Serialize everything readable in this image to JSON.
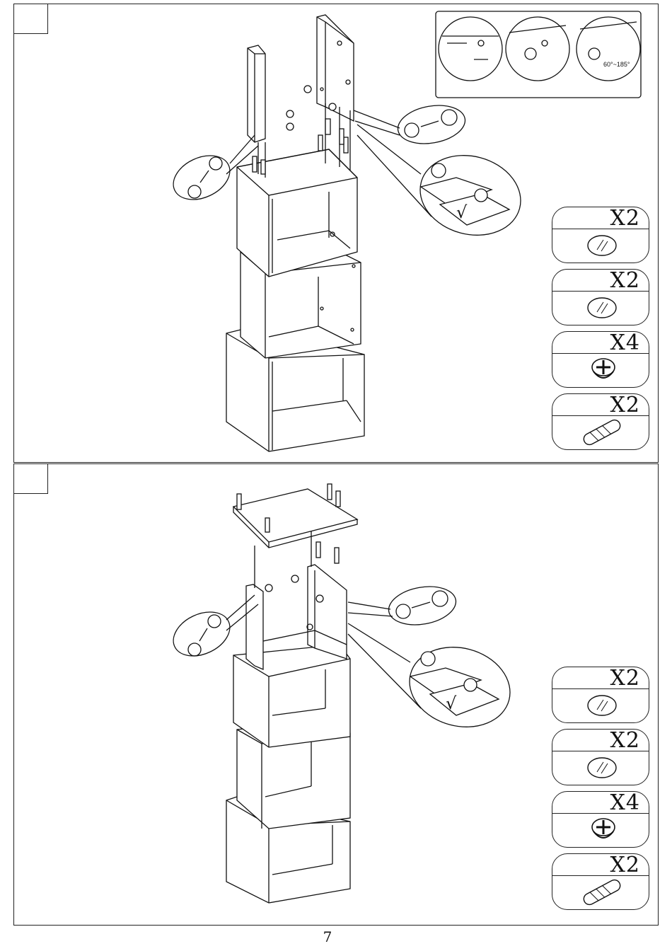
{
  "steps": [
    {
      "parts": [
        {
          "qty": "X2",
          "icon": "cam-bolt-hole-icon"
        },
        {
          "qty": "X2",
          "icon": "cam-bolt-hole-icon"
        },
        {
          "qty": "X4",
          "icon": "cam-lock-icon"
        },
        {
          "qty": "X2",
          "icon": "wooden-dowel-icon"
        }
      ],
      "angle_note": "60°~185°",
      "check_mark": "√"
    },
    {
      "parts": [
        {
          "qty": "X2",
          "icon": "cam-bolt-hole-icon"
        },
        {
          "qty": "X2",
          "icon": "cam-bolt-hole-icon"
        },
        {
          "qty": "X4",
          "icon": "cam-lock-icon"
        },
        {
          "qty": "X2",
          "icon": "wooden-dowel-icon"
        }
      ],
      "check_mark": "√"
    }
  ],
  "page_number": "7"
}
